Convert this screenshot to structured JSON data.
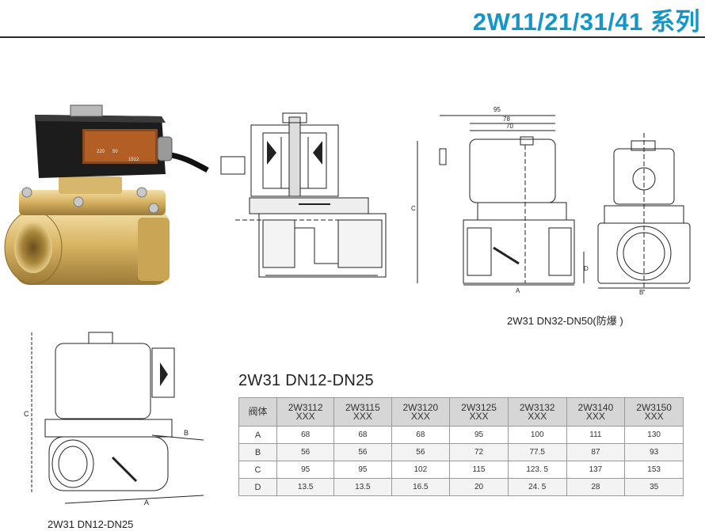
{
  "header": {
    "title": "2W11/21/31/41 系列"
  },
  "figures": {
    "caption_large": "2W31 DN32-DN50(防爆 )",
    "caption_small": "2W31 DN12-DN25",
    "front_dims": {
      "d95": "95",
      "d78": "78",
      "d70": "70",
      "c": "C",
      "a": "A",
      "d": "D"
    },
    "side_dims": {
      "b": "B"
    },
    "small_dims": {
      "c": "C",
      "b": "B",
      "a": "A"
    },
    "coil_label": {
      "line1": "220",
      "line2": "50",
      "line3": "1512"
    }
  },
  "table": {
    "title": "2W31 DN12-DN25",
    "corner": "阀体",
    "columns": [
      {
        "model": "2W3112",
        "suffix": "XXX"
      },
      {
        "model": "2W3115",
        "suffix": "XXX"
      },
      {
        "model": "2W3120",
        "suffix": "XXX"
      },
      {
        "model": "2W3125",
        "suffix": "XXX"
      },
      {
        "model": "2W3132",
        "suffix": "XXX"
      },
      {
        "model": "2W3140",
        "suffix": "XXX"
      },
      {
        "model": "2W3150",
        "suffix": "XXX"
      }
    ],
    "rows": [
      {
        "label": "A",
        "values": [
          "68",
          "68",
          "68",
          "95",
          "100",
          "111",
          "130"
        ]
      },
      {
        "label": "B",
        "values": [
          "56",
          "56",
          "56",
          "72",
          "77.5",
          "87",
          "93"
        ]
      },
      {
        "label": "C",
        "values": [
          "95",
          "95",
          "102",
          "115",
          "123. 5",
          "137",
          "153"
        ]
      },
      {
        "label": "D",
        "values": [
          "13.5",
          "13.5",
          "16.5",
          "20",
          "24. 5",
          "28",
          "35"
        ]
      }
    ]
  }
}
